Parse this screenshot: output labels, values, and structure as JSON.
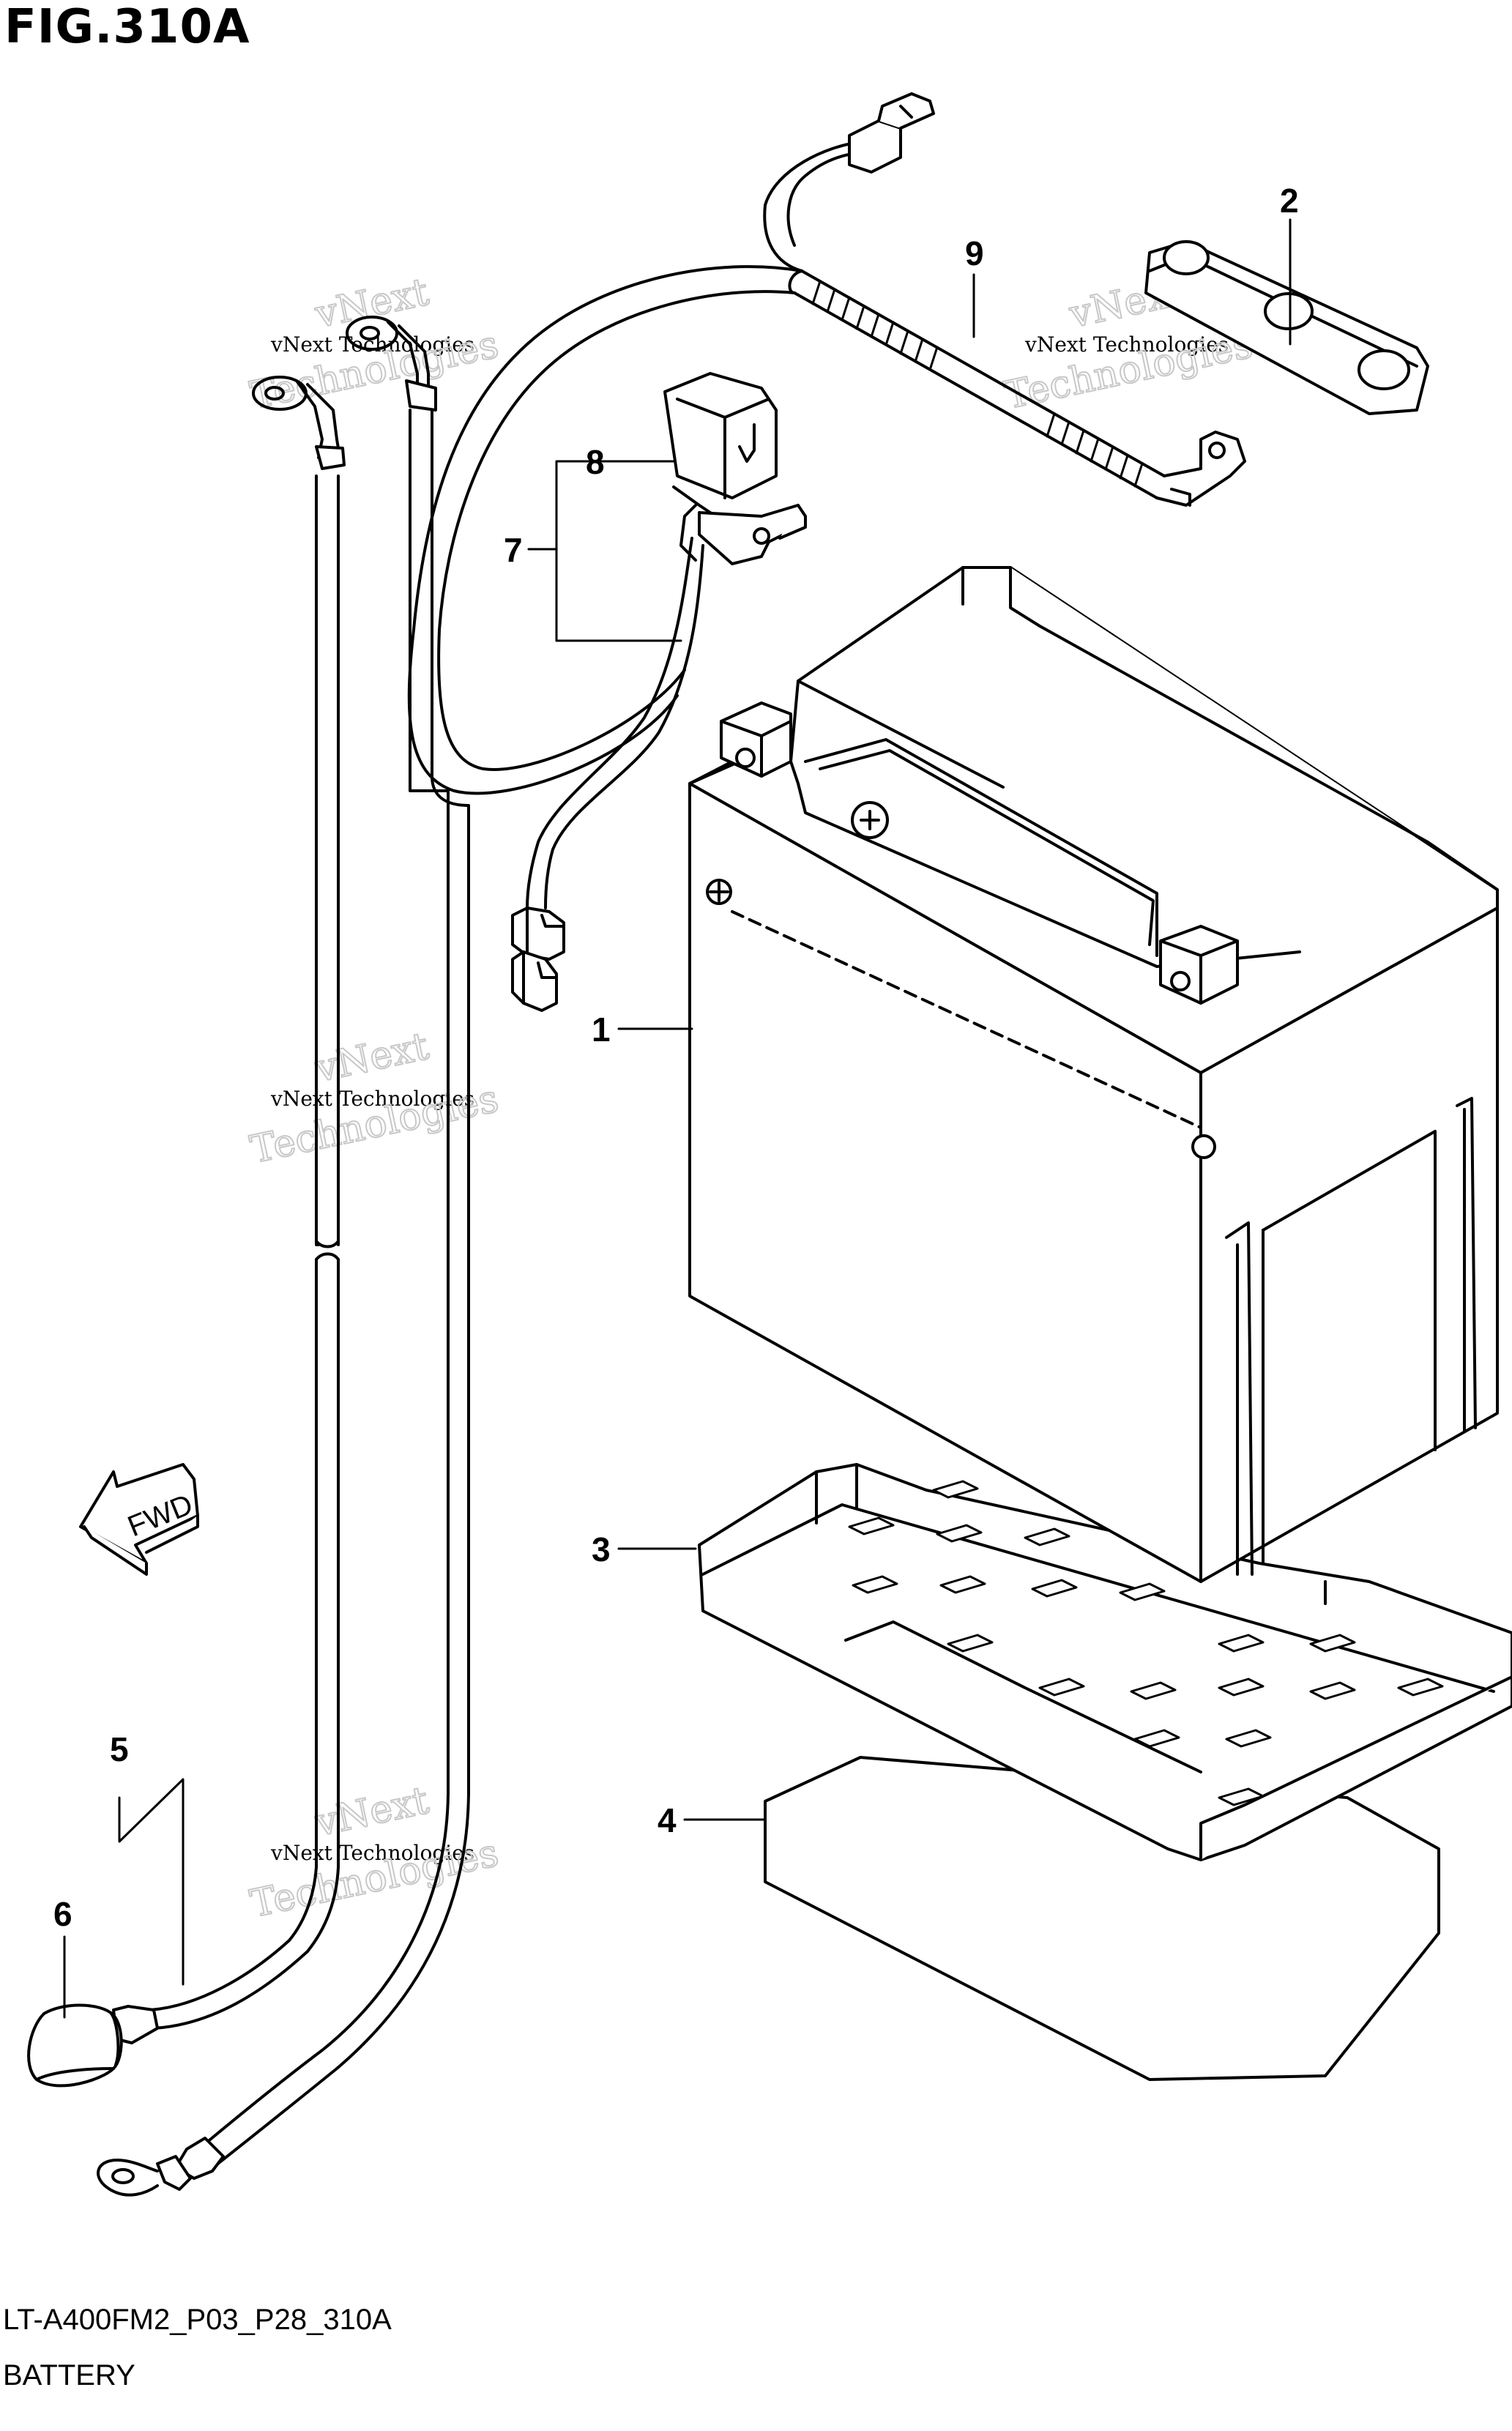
{
  "figure": {
    "title": "FIG.310A",
    "code": "LT-A400FM2_P03_P28_310A",
    "caption": "BATTERY"
  },
  "callouts": [
    {
      "id": "c1",
      "label": "1"
    },
    {
      "id": "c2",
      "label": "2"
    },
    {
      "id": "c3",
      "label": "3"
    },
    {
      "id": "c4",
      "label": "4"
    },
    {
      "id": "c5",
      "label": "5"
    },
    {
      "id": "c6",
      "label": "6"
    },
    {
      "id": "c7",
      "label": "7"
    },
    {
      "id": "c8",
      "label": "8"
    },
    {
      "id": "c9",
      "label": "9"
    }
  ],
  "direction_arrow": "FWD",
  "watermark": {
    "line1": "vNext Technologies",
    "line2": "Technologies",
    "line3": "vNext"
  },
  "colors": {
    "line": "#000000",
    "watermark": "#c8c8c8"
  }
}
